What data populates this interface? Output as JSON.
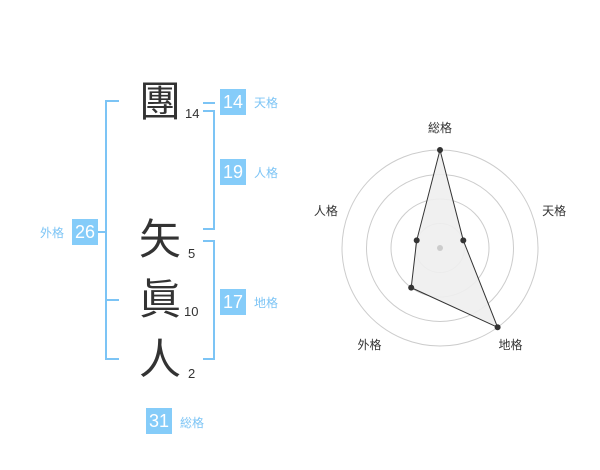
{
  "name": {
    "chars": [
      {
        "char": "團",
        "strokes": "14"
      },
      {
        "char": "矢",
        "strokes": "5"
      },
      {
        "char": "眞",
        "strokes": "10"
      },
      {
        "char": "人",
        "strokes": "2"
      }
    ]
  },
  "kakusu": {
    "tenkaku": {
      "value": "14",
      "label": "天格"
    },
    "jinkaku": {
      "value": "19",
      "label": "人格"
    },
    "chikaku": {
      "value": "17",
      "label": "地格"
    },
    "gaikaku": {
      "value": "26",
      "label": "外格"
    },
    "soukaku": {
      "value": "31",
      "label": "総格"
    }
  },
  "chart_data": {
    "type": "radar",
    "axes": [
      "総格",
      "天格",
      "地格",
      "外格",
      "人格"
    ],
    "values": [
      4,
      1,
      4,
      2,
      1
    ],
    "rmax": 4,
    "rings": 4,
    "colors": {
      "grid": "#cccccc",
      "fill": "#eeeeee",
      "line": "#333333",
      "point": "#333333",
      "center": "#cccccc"
    }
  }
}
